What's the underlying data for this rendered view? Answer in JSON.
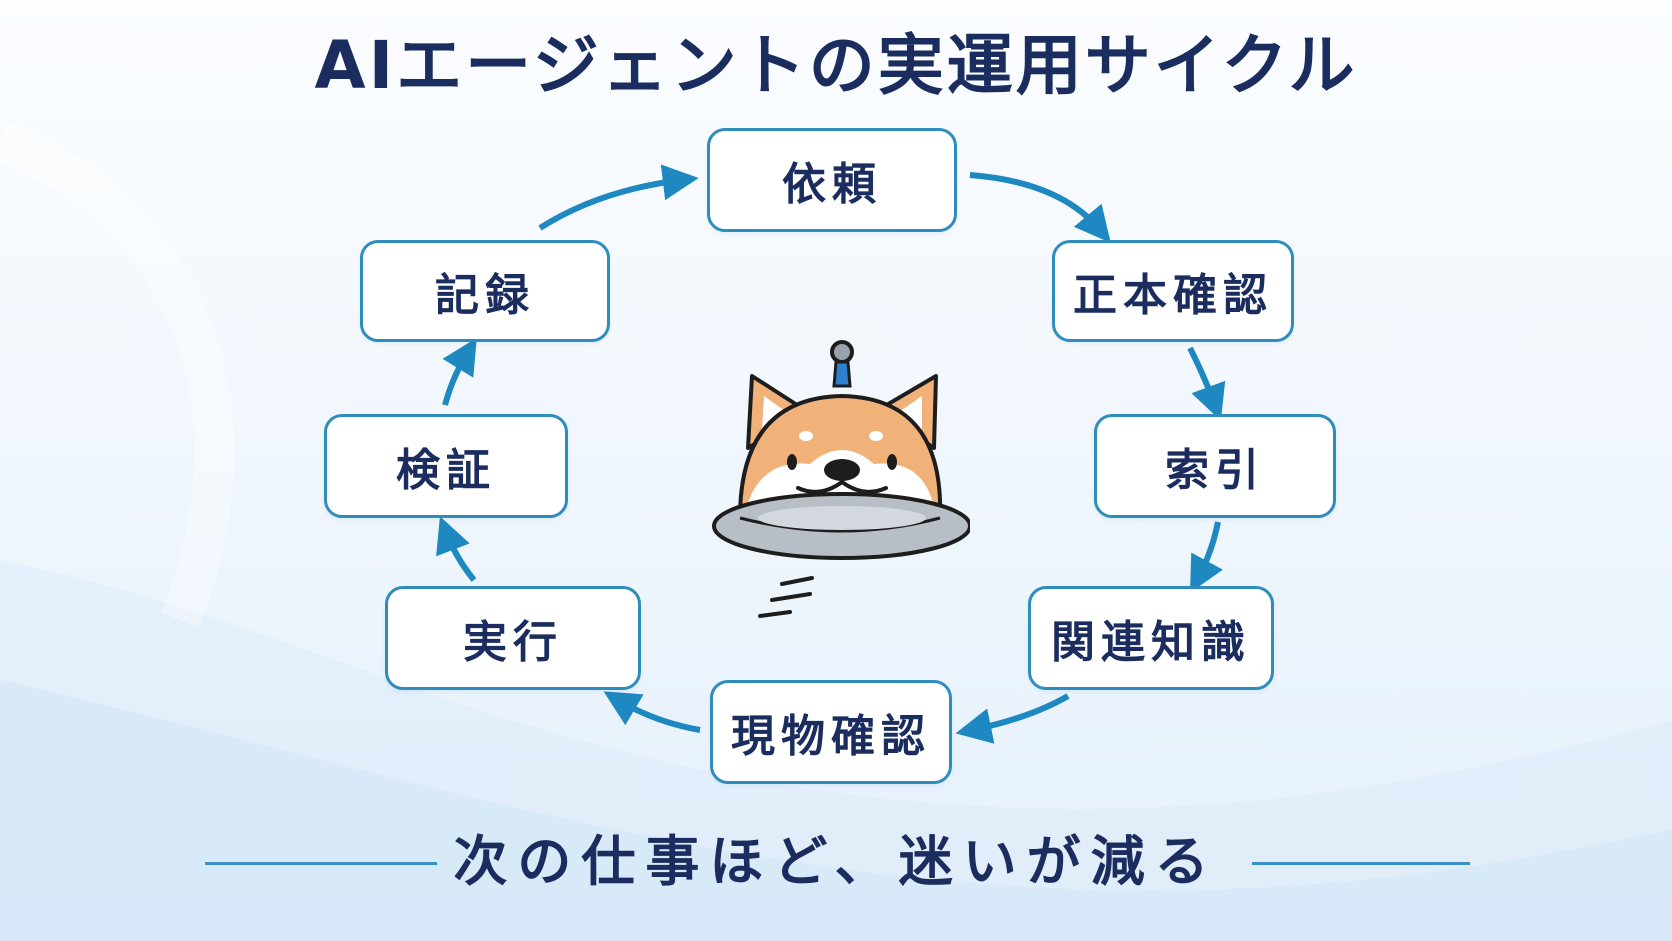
{
  "title": "AIエージェントの実運用サイクル",
  "cycle": {
    "steps": [
      "依頼",
      "正本確認",
      "索引",
      "関連知識",
      "現物確認",
      "実行",
      "検証",
      "記録"
    ]
  },
  "footer": {
    "text": "次の仕事ほど、迷いが減る"
  },
  "colors": {
    "title_text": "#1b2c5e",
    "node_border": "#2f8dbd",
    "arrow": "#1e88c0",
    "footer_line": "#3a8fc4"
  },
  "mascot": {
    "icon": "shiba-dog-ufo-icon"
  }
}
